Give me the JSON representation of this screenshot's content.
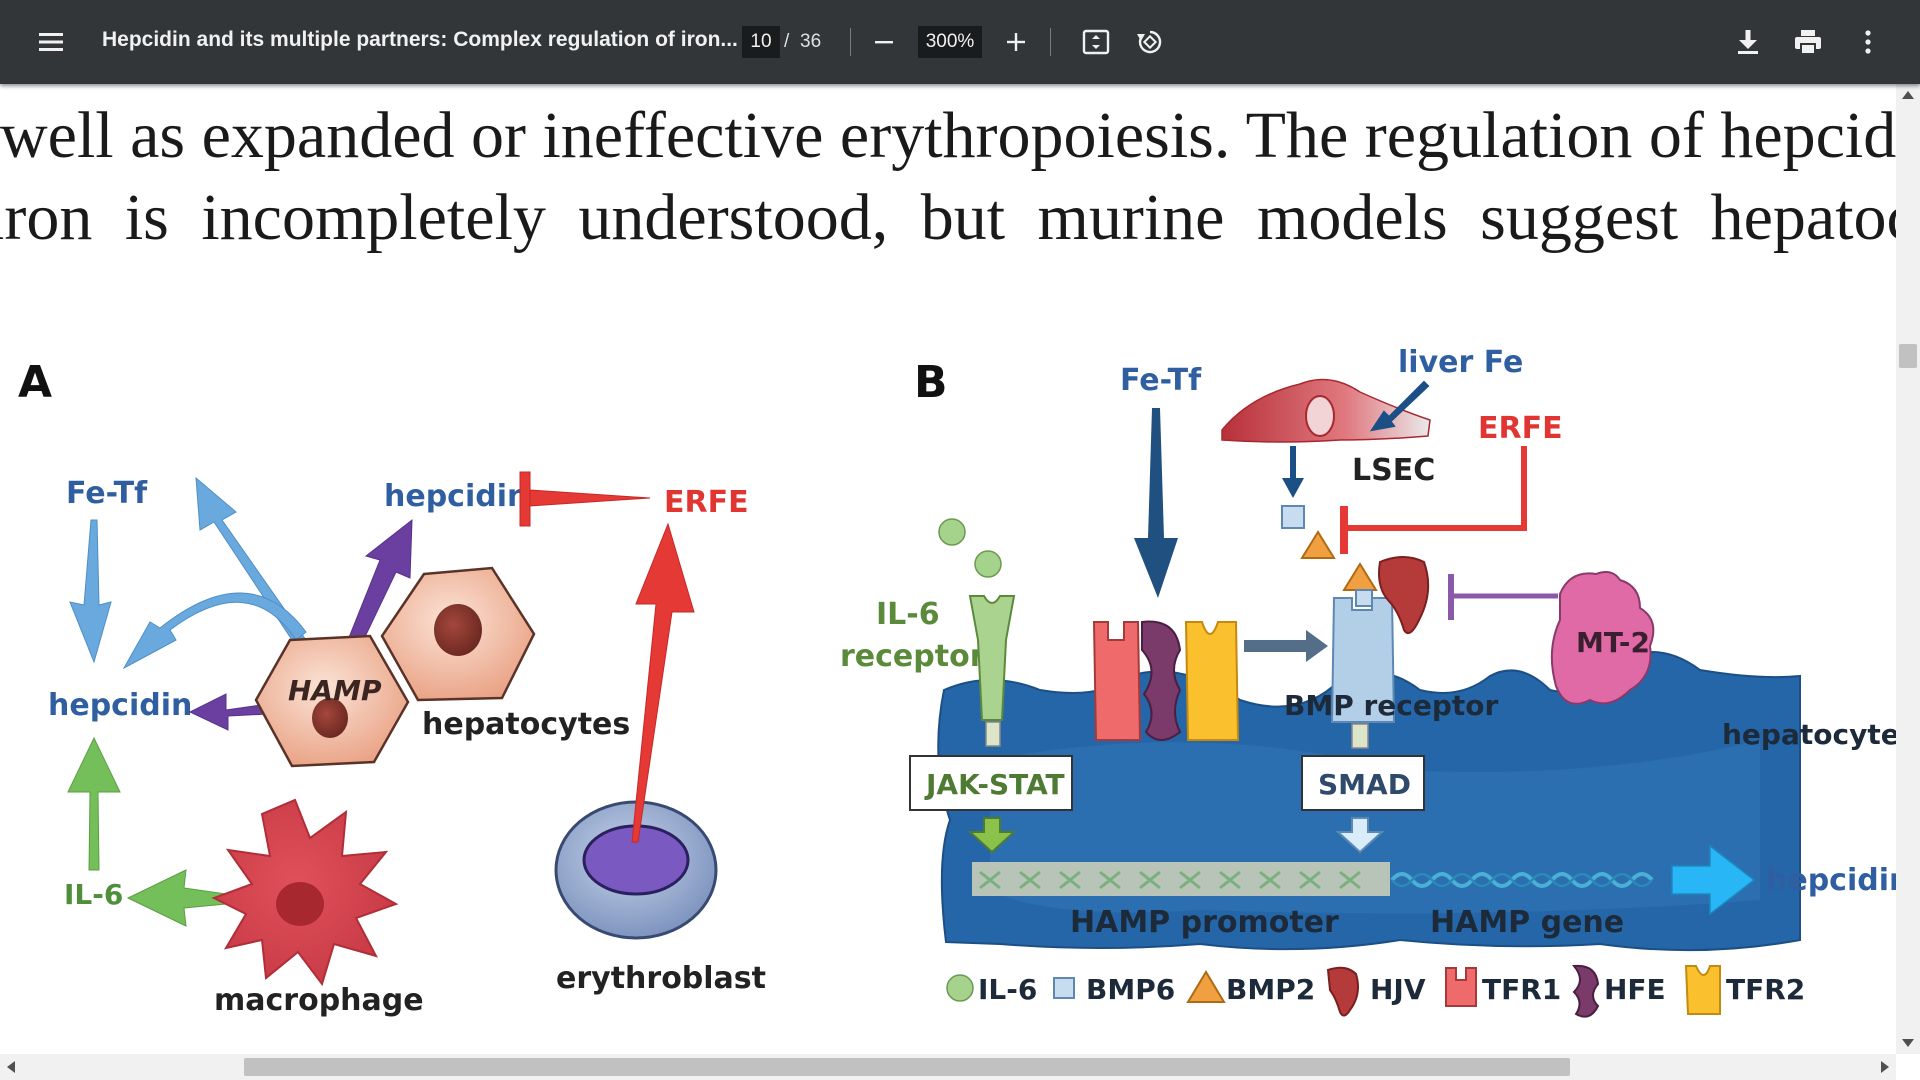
{
  "toolbar": {
    "document_title": "Hepcidin and its multiple partners: Complex regulation of iron...",
    "current_page": "10",
    "page_separator": "/",
    "total_pages": "36",
    "zoom_level": "300%",
    "icons": [
      "menu-icon",
      "zoom-out-icon",
      "zoom-in-icon",
      "fit-page-icon",
      "rotate-icon",
      "download-icon",
      "print-icon",
      "more-options-icon"
    ]
  },
  "document": {
    "line_1": "well as expanded or ineffective erythropoiesis. The regulation of hepcidin b",
    "line_2": "iron is incompletely understood, but murine models suggest hepatocyte"
  },
  "figure": {
    "panel_a": {
      "panel_label": "A",
      "fe_tf": "Fe-Tf",
      "hepcidin_top": "hepcidin",
      "erfe": "ERFE",
      "hepcidin_left": "hepcidin",
      "hamp": "HAMP",
      "hepatocytes": "hepatocytes",
      "il6": "IL-6",
      "macrophage": "macrophage",
      "erythroblast": "erythroblast"
    },
    "panel_b": {
      "panel_label": "B",
      "fe_tf": "Fe-Tf",
      "liver_fe": "liver Fe",
      "erfe": "ERFE",
      "lsec": "LSEC",
      "il6_receptor_line1": "IL-6",
      "il6_receptor_line2": "receptor",
      "mt2": "MT-2",
      "bmp_receptor": "BMP receptor",
      "hepatocyte": "hepatocyte",
      "jak_stat": "JAK-STAT",
      "smad": "SMAD",
      "hepcidin": "hepcidin",
      "hamp_promoter": "HAMP promoter",
      "hamp_gene": "HAMP gene",
      "legend": [
        {
          "label": "IL-6",
          "color": "#a6d38c"
        },
        {
          "label": "BMP6",
          "color": "#c7dcef"
        },
        {
          "label": "BMP2",
          "color": "#f0a040"
        },
        {
          "label": "HJV",
          "color": "#b53a3a"
        },
        {
          "label": "TFR1",
          "color": "#f07070"
        },
        {
          "label": "HFE",
          "color": "#7a3a6a"
        },
        {
          "label": "TFR2",
          "color": "#fbc02d"
        }
      ]
    }
  },
  "colors": {
    "toolbar_bg": "#323639",
    "blue_label": "#2f5fa0",
    "red_label": "#e03530",
    "green_label": "#5a8a3a",
    "hepatocyte_blue": "#1f5f9a"
  }
}
